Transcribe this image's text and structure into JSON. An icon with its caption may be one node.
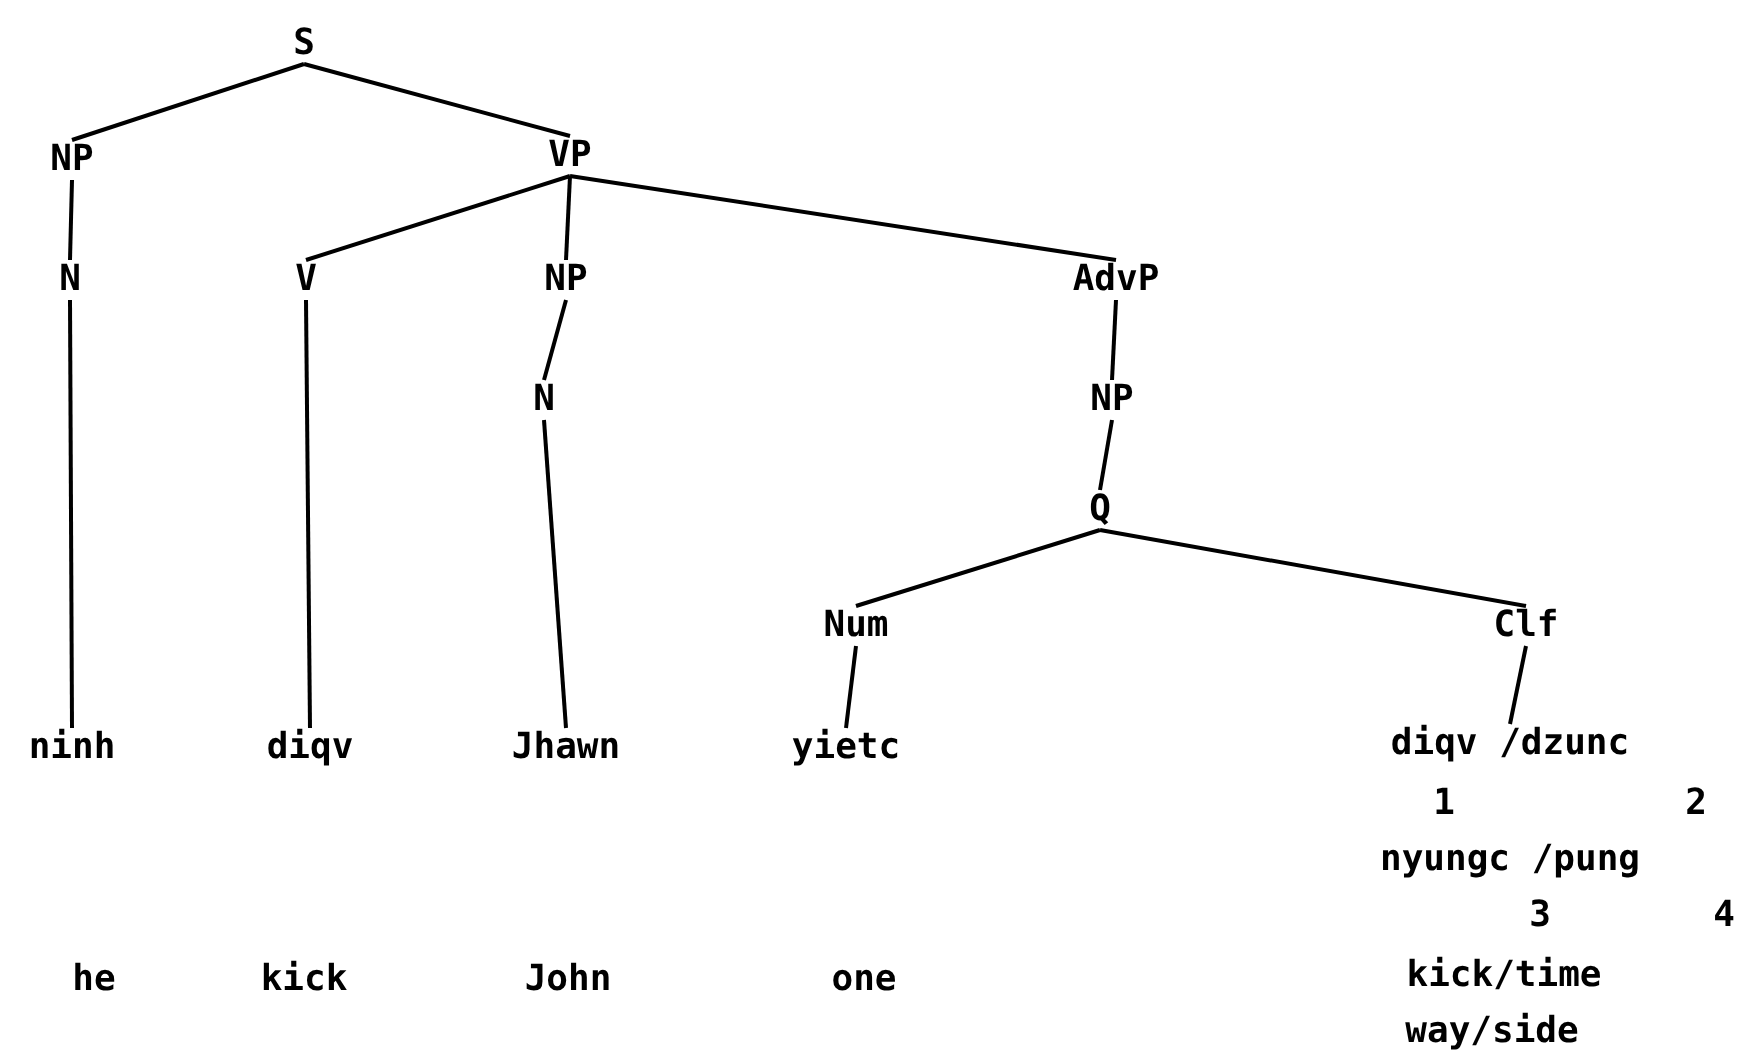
{
  "diagram": {
    "nodes": [
      {
        "text": [
          "S"
        ]
      },
      {
        "text": [
          "NP"
        ]
      },
      {
        "text": [
          "VP"
        ]
      },
      {
        "text": [
          "N"
        ]
      },
      {
        "text": [
          "V"
        ]
      },
      {
        "text": [
          "NP"
        ]
      },
      {
        "text": [
          "AdvP"
        ]
      },
      {
        "text": [
          "N"
        ]
      },
      {
        "text": [
          "NP"
        ]
      },
      {
        "text": [
          "Q"
        ]
      },
      {
        "text": [
          "Num"
        ]
      },
      {
        "text": [
          "Clf"
        ]
      },
      {
        "text": [
          "ninh"
        ]
      },
      {
        "text": [
          "diqv"
        ]
      },
      {
        "text": [
          "Jhawn"
        ]
      },
      {
        "text": [
          "yietc"
        ]
      },
      {
        "text": [
          "diqv /dzunc"
        ]
      }
    ],
    "edges": [
      {
        "from": 0,
        "to": 1,
        "arrow": "none"
      },
      {
        "from": 0,
        "to": 2,
        "arrow": "none"
      },
      {
        "from": 1,
        "to": 3,
        "arrow": "none"
      },
      {
        "from": 2,
        "to": 4,
        "arrow": "none"
      },
      {
        "from": 2,
        "to": 5,
        "arrow": "none"
      },
      {
        "from": 2,
        "to": 6,
        "arrow": "none"
      },
      {
        "from": 3,
        "to": 12,
        "arrow": "none"
      },
      {
        "from": 4,
        "to": 13,
        "arrow": "none"
      },
      {
        "from": 5,
        "to": 7,
        "arrow": "none"
      },
      {
        "from": 7,
        "to": 14,
        "arrow": "none"
      },
      {
        "from": 6,
        "to": 8,
        "arrow": "none"
      },
      {
        "from": 8,
        "to": 9,
        "arrow": "none"
      },
      {
        "from": 9,
        "to": 10,
        "arrow": "none"
      },
      {
        "from": 9,
        "to": 11,
        "arrow": "none"
      },
      {
        "from": 10,
        "to": 15,
        "arrow": "none"
      },
      {
        "from": 11,
        "to": 16,
        "arrow": "none"
      }
    ],
    "labels": [
      "1",
      "2",
      "nyungc /pung",
      "3",
      "4",
      "he",
      "kick",
      "John",
      "one",
      "kick/time",
      "way/side"
    ]
  }
}
